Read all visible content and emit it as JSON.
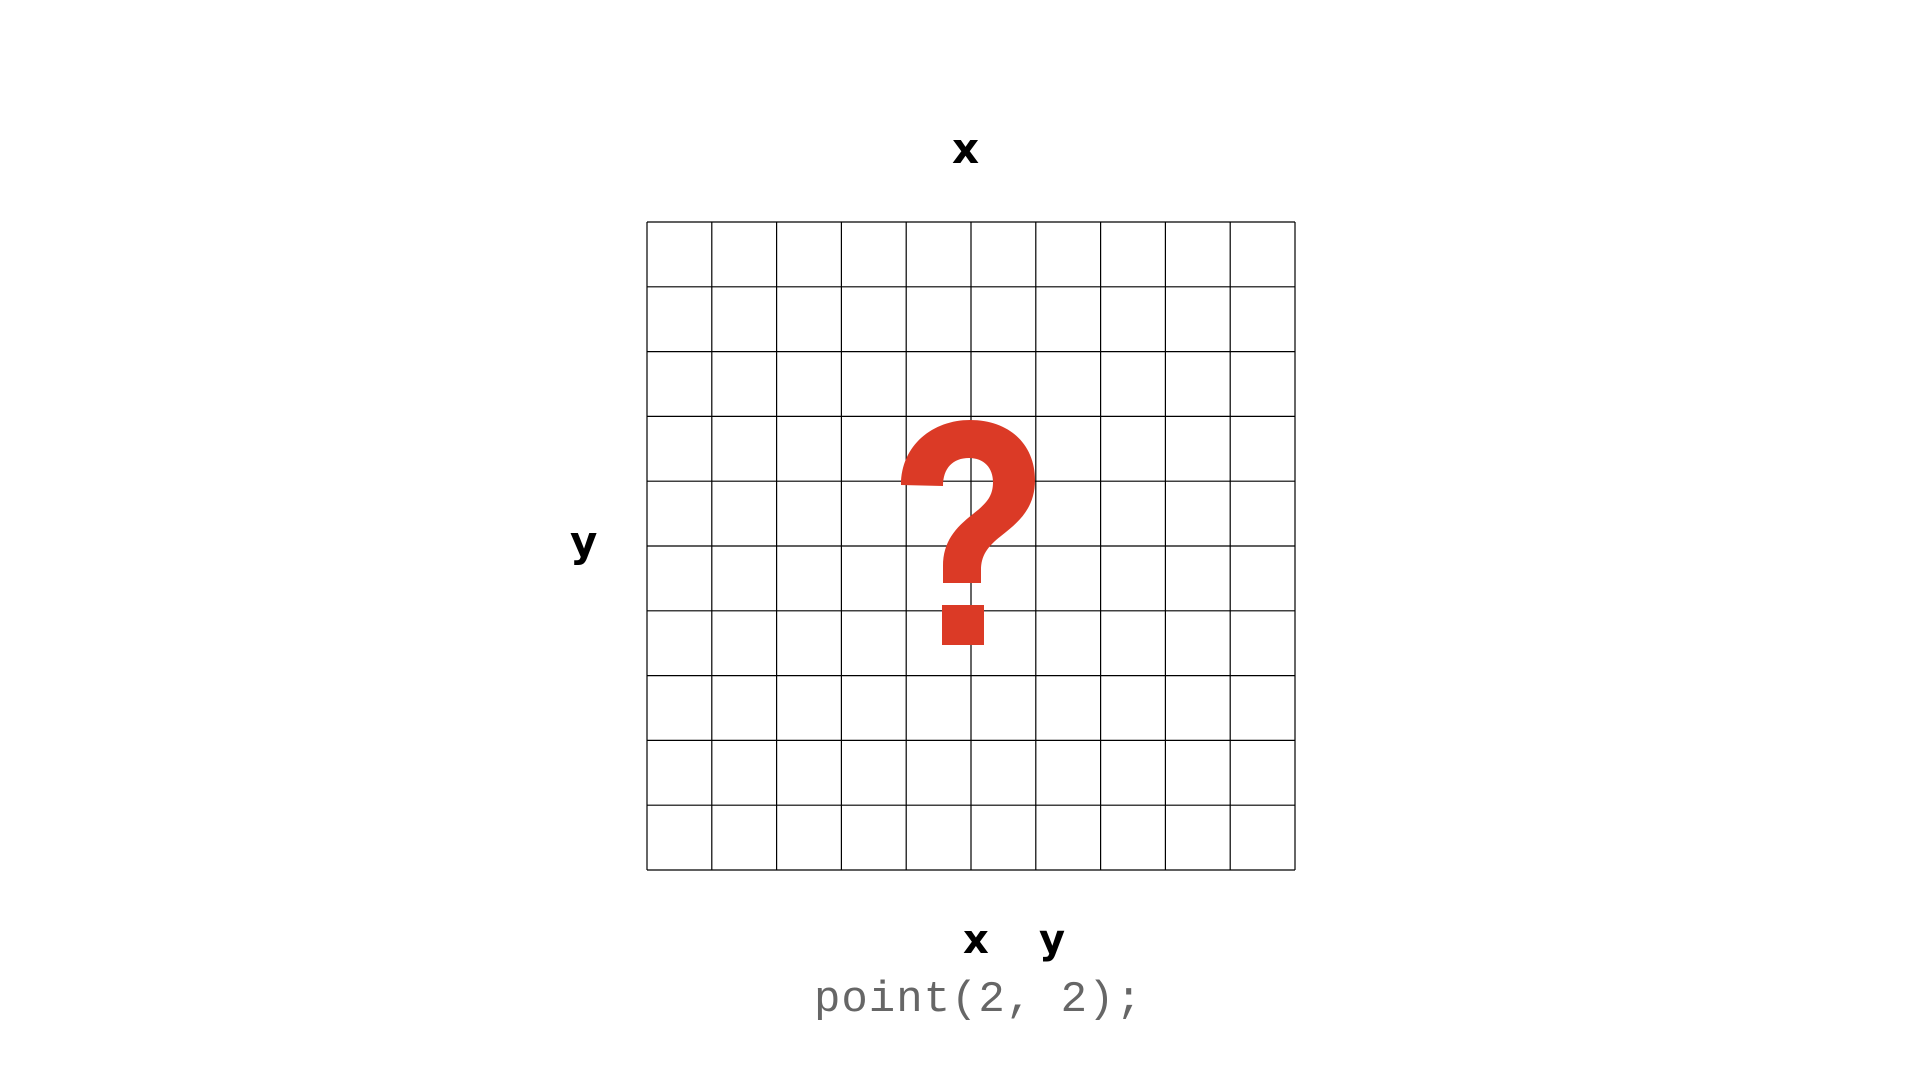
{
  "labels": {
    "x_axis": "x",
    "y_axis": "y"
  },
  "grid": {
    "columns": 10,
    "rows": 10,
    "line_color": "#000000"
  },
  "mystery": {
    "symbol": "?",
    "color": "#db3a26"
  },
  "code": {
    "text": "point(2, 2);",
    "arg_labels": [
      "x",
      "y"
    ],
    "color": "#666666"
  }
}
